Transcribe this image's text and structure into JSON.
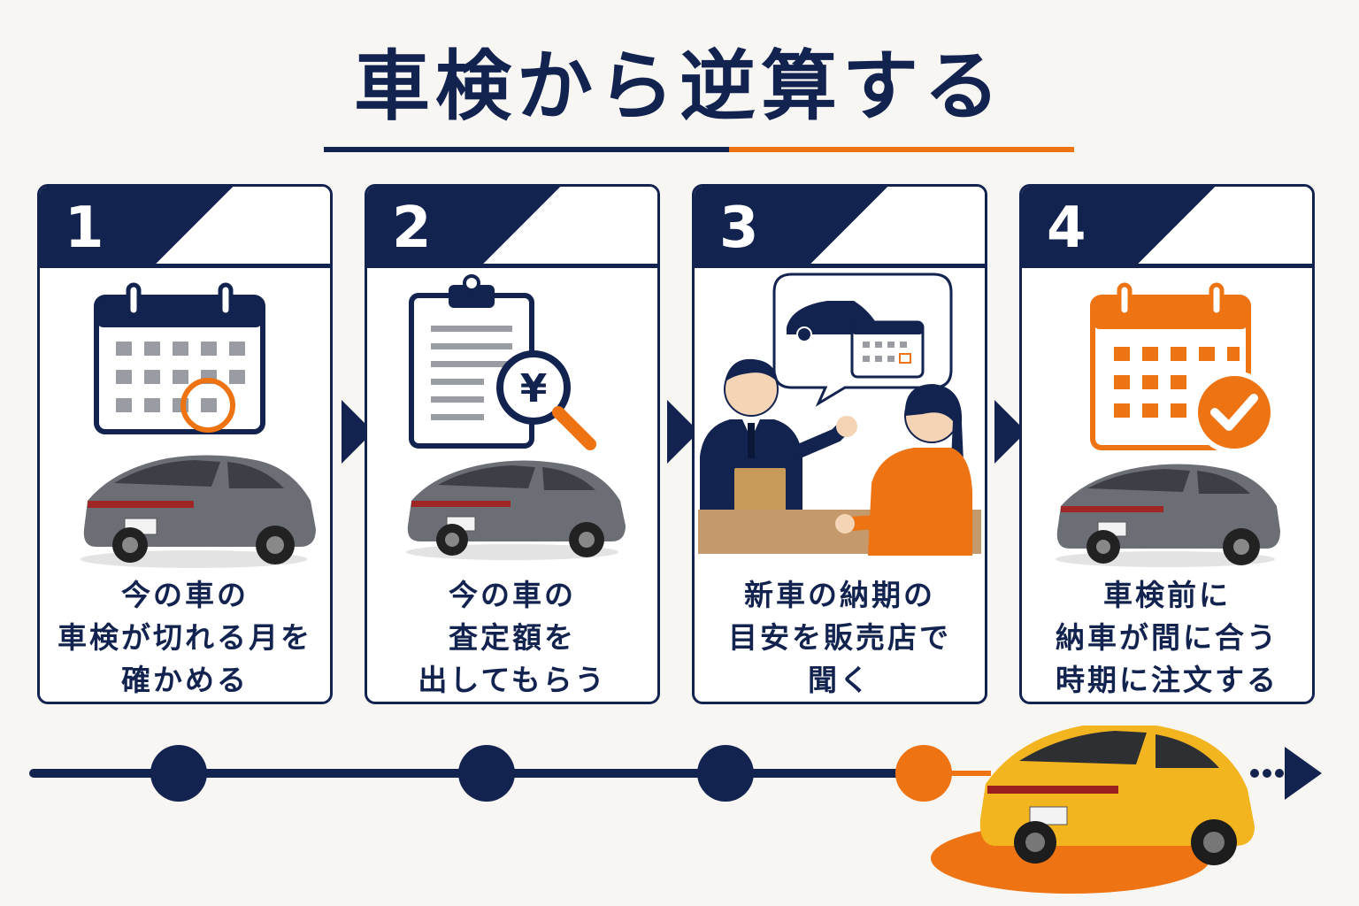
{
  "title": "車検から逆算する",
  "steps": [
    {
      "number": "1",
      "lines": [
        "今の車の",
        "車検が切れる月を",
        "確かめる"
      ]
    },
    {
      "number": "2",
      "lines": [
        "今の車の",
        "査定額を",
        "出してもらう"
      ]
    },
    {
      "number": "3",
      "lines": [
        "新車の納期の",
        "目安を販売店で",
        "聞く"
      ]
    },
    {
      "number": "4",
      "lines": [
        "車検前に",
        "納車が間に合う",
        "時期に注文する"
      ]
    }
  ],
  "icons": {
    "step1": "calendar-icon",
    "step2": "clipboard-yen-magnifier-icon",
    "step3": "sales-consultation-illustration",
    "step4": "calendar-check-icon"
  },
  "colors": {
    "navy": "#13234f",
    "orange": "#ee7312",
    "car_gray": "#6b6e75",
    "car_yellow": "#f2b51f"
  }
}
